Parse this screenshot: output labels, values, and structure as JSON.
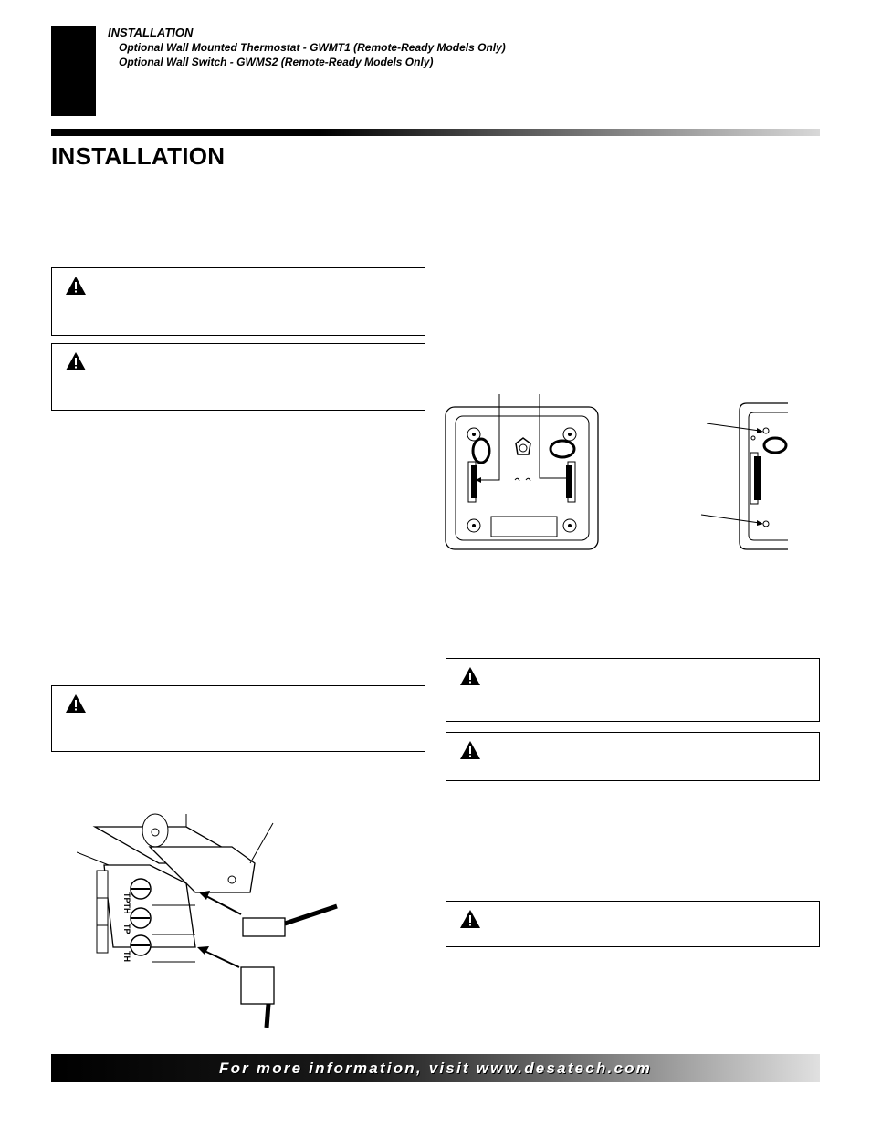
{
  "header": {
    "section": "INSTALLATION",
    "subsections": [
      "Optional Wall Mounted Thermostat - GWMT1 (Remote-Ready Models Only)",
      "Optional Wall Switch - GWMS2 (Remote-Ready Models Only)"
    ]
  },
  "page_title": "INSTALLATION",
  "warnings": {
    "icon": "warning-triangle-icon"
  },
  "thermostat_figure": {
    "terminal_labels": [
      "TPTH",
      "TP",
      "TH"
    ]
  },
  "footer": {
    "text": "For more information, visit www.desatech.com"
  },
  "colors": {
    "ink": "#000000",
    "paper": "#ffffff"
  }
}
